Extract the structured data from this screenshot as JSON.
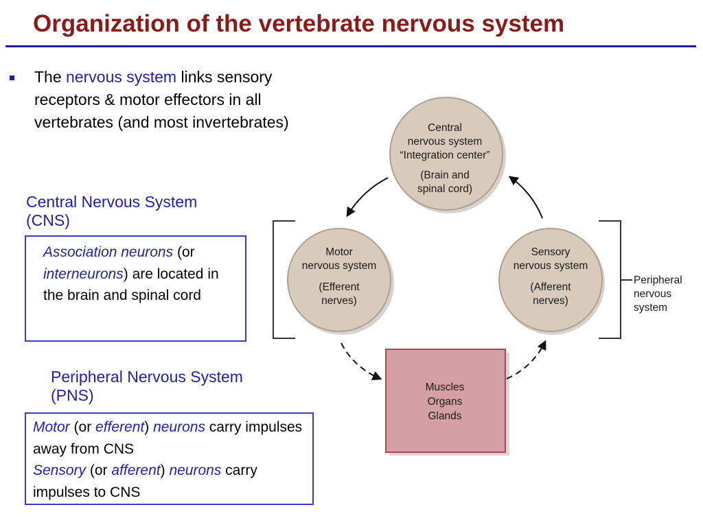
{
  "title": "Organization of the vertebrate nervous system",
  "bullet": {
    "pre": "The ",
    "highlight": "nervous system",
    "post": " links sensory receptors & motor effectors in all vertebrates (and most invertebrates)"
  },
  "cns": {
    "heading_line1": "Central Nervous System",
    "heading_line2": "(CNS)",
    "box": {
      "italic1": "Association neurons",
      "text1": " (or ",
      "italic2": "interneurons",
      "text2": ") are located in the brain and spinal cord"
    }
  },
  "pns": {
    "heading_line1": "Peripheral Nervous System",
    "heading_line2": "(PNS)",
    "box": {
      "motor": "Motor",
      "or1": " (or ",
      "efferent": "efferent",
      "close1": ") ",
      "neurons1": "neurons",
      "carry1": " carry impulses away from CNS",
      "sensory": "Sensory",
      "or2": " (or ",
      "afferent": "afferent",
      "close2": ") ",
      "neurons2": "neurons",
      "carry2": " carry impulses to CNS"
    }
  },
  "diagram": {
    "central": [
      "Central",
      "nervous system",
      "“Integration center”",
      "(Brain and",
      "spinal cord)"
    ],
    "motor": [
      "Motor",
      "nervous system",
      "(Efferent",
      "nerves)"
    ],
    "sensory": [
      "Sensory",
      "nervous system",
      "(Afferent",
      "nerves)"
    ],
    "effectors": [
      "Muscles",
      "Organs",
      "Glands"
    ],
    "peripheral": [
      "Peripheral",
      "nervous",
      "system"
    ]
  },
  "colors": {
    "title": "#8b1a1a",
    "accent_blue": "#1f1fa8",
    "circle_fill": "#d8cbbb",
    "circle_stroke": "#aea192",
    "effector_fill": "#d4a0a6",
    "effector_stroke": "#a04a55"
  }
}
